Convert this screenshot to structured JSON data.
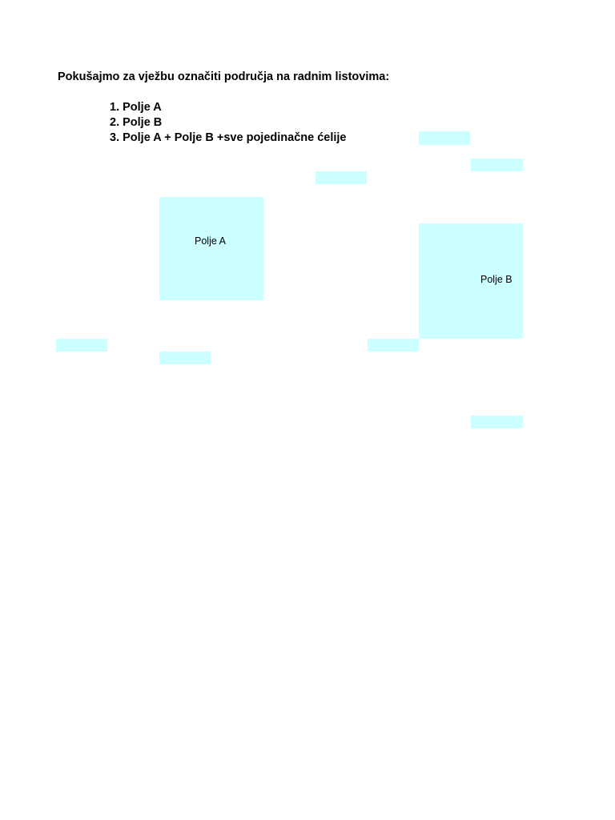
{
  "document": {
    "heading": "Pokušajmo za vježbu označiti područja na radnim listovima:",
    "steps": [
      "1. Polje A",
      "2. Polje B",
      "3. Polje A + Polje B +sve pojedinačne ćelije"
    ],
    "fields": {
      "field_a_label": "Polje A",
      "field_b_label": "Polje B"
    },
    "highlight_color": "#ccffff"
  }
}
